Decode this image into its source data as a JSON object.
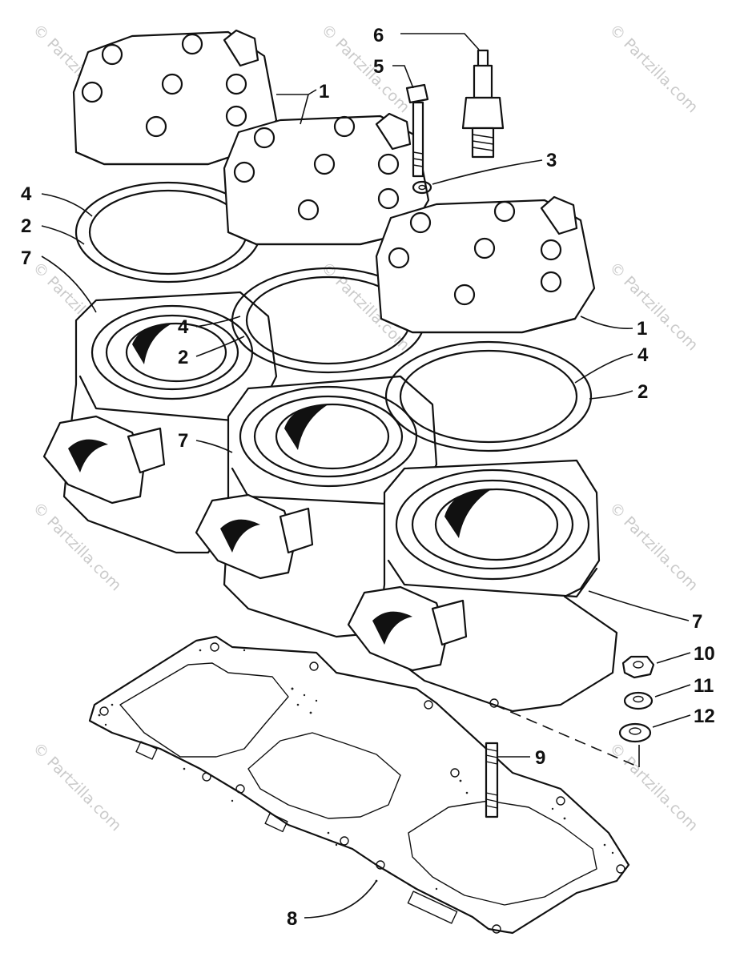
{
  "watermark": {
    "text": "© Partzilla.com",
    "color": "#b9b9b9"
  },
  "callouts": [
    {
      "id": "c1a",
      "label": "1"
    },
    {
      "id": "c1b",
      "label": "1"
    },
    {
      "id": "c2a",
      "label": "2"
    },
    {
      "id": "c2b",
      "label": "2"
    },
    {
      "id": "c2c",
      "label": "2"
    },
    {
      "id": "c3",
      "label": "3"
    },
    {
      "id": "c4a",
      "label": "4"
    },
    {
      "id": "c4b",
      "label": "4"
    },
    {
      "id": "c4c",
      "label": "4"
    },
    {
      "id": "c5",
      "label": "5"
    },
    {
      "id": "c6",
      "label": "6"
    },
    {
      "id": "c7a",
      "label": "7"
    },
    {
      "id": "c7b",
      "label": "7"
    },
    {
      "id": "c7c",
      "label": "7"
    },
    {
      "id": "c8",
      "label": "8"
    },
    {
      "id": "c9",
      "label": "9"
    },
    {
      "id": "c10",
      "label": "10"
    },
    {
      "id": "c11",
      "label": "11"
    },
    {
      "id": "c12",
      "label": "12"
    }
  ],
  "parts": {
    "cylinder_head_icon": "cylinder-head-icon",
    "cylinder_icon": "cylinder-icon",
    "head_gasket_icon": "gasket-ring-icon",
    "base_gasket_icon": "base-gasket-icon",
    "spark_plug_icon": "spark-plug-icon",
    "bolt_icon": "bolt-icon",
    "stud_icon": "stud-icon",
    "nut_icon": "nut-icon"
  }
}
